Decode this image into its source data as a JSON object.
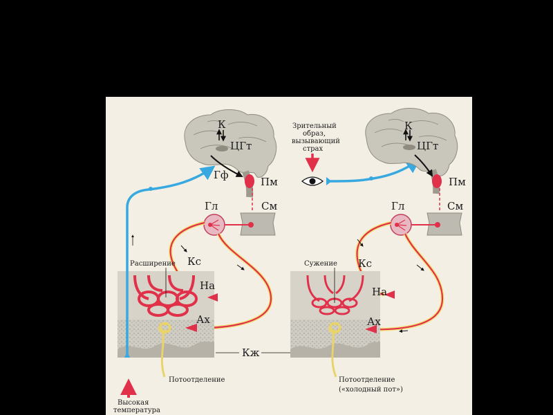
{
  "colors": {
    "background": "#000000",
    "panel": "#f3efe4",
    "brain": "#c9c6bc",
    "nerve_red": "#e0304a",
    "nerve_yellow": "#f3e27a",
    "afferent_blue": "#38a8e0",
    "gland_yellow": "#e9d36b",
    "skin_gray": "#bdbab2"
  },
  "left": {
    "brain_k": "К",
    "brain_cgt": "ЦГт",
    "brain_gf": "Гф",
    "brain_pm": "Пм",
    "gl": "Гл",
    "sm": "См",
    "ks": "Кс",
    "na": "На",
    "ax": "Ах",
    "state": "Расширение",
    "sweat": "Потоотделение",
    "stimulus": [
      "Высокая",
      "температура"
    ]
  },
  "center": {
    "visual": [
      "Зрительный",
      "образ,",
      "вызывающий",
      "страх"
    ],
    "kzh": "Кж"
  },
  "right": {
    "brain_k": "К",
    "brain_cgt": "ЦГт",
    "brain_pm": "Пм",
    "gl": "Гл",
    "sm": "См",
    "ks": "Кс",
    "na": "На",
    "ax": "Ах",
    "state": "Сужение",
    "sweat": [
      "Потоотделение",
      "(«холодный пот»)"
    ]
  }
}
